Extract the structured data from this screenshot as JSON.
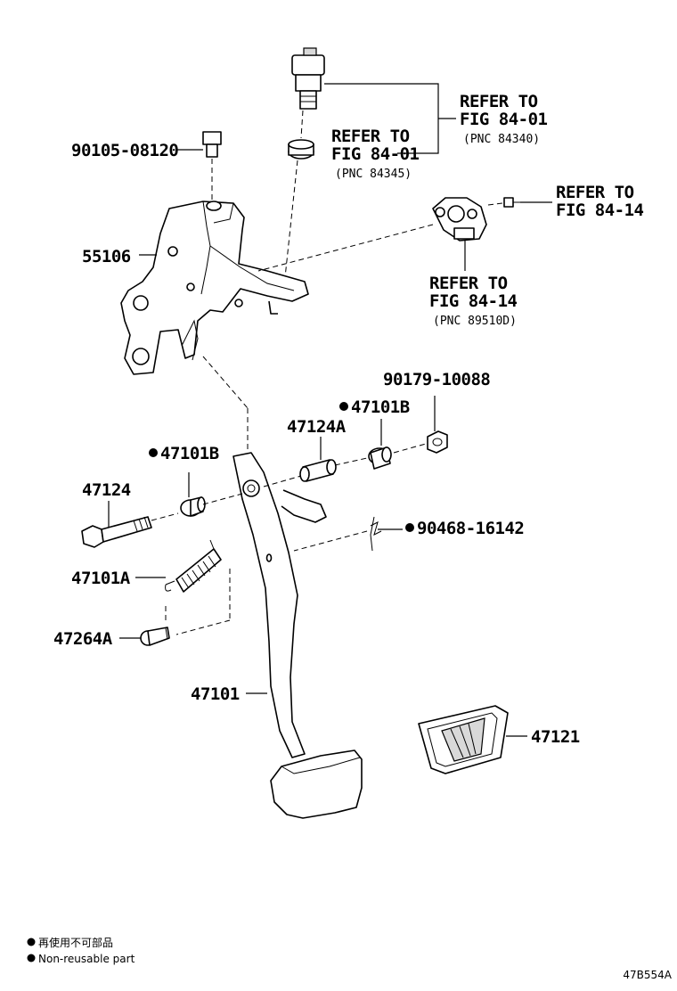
{
  "labels": {
    "bolt_90105": "90105-08120",
    "bracket_55106": "55106",
    "refer_switch_1": "REFER TO",
    "refer_switch_2": "FIG 84-01",
    "refer_switch_pnc": "(PNC 84340)",
    "refer_cushion_1": "REFER TO",
    "refer_cushion_2": "FIG 84-01",
    "refer_cushion_pnc": "(PNC 84345)",
    "refer_screw_1": "REFER TO",
    "refer_screw_2": "FIG 84-14",
    "refer_sensor_1": "REFER TO",
    "refer_sensor_2": "FIG 84-14",
    "refer_sensor_pnc": "(PNC 89510D)",
    "nut_90179": "90179-10088",
    "bush_47101B_right": "47101B",
    "collar_47124A": "47124A",
    "bush_47101B_left": "47101B",
    "bolt_47124": "47124",
    "clip_90468": "90468-16142",
    "spring_47101A": "47101A",
    "pin_47264A": "47264A",
    "pedal_47101": "47101",
    "pad_47121": "47121"
  },
  "legend": {
    "line1": "再使用不可部品",
    "line2": "Non-reusable part"
  },
  "diagram_code": "47B554A"
}
